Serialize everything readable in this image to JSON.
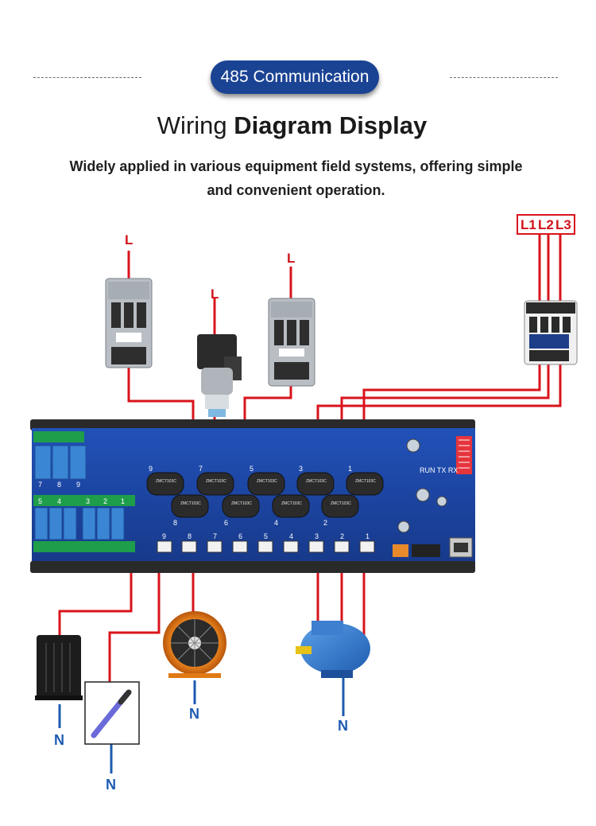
{
  "header": {
    "badge": "485 Communication",
    "title_light": "Wiring ",
    "title_bold": "Diagram Display",
    "subtitle_line1": "Widely applied in various equipment field systems, offering simple",
    "subtitle_line2": "and convenient operation."
  },
  "labels": {
    "line": "L",
    "neutral": "N",
    "phases": [
      "L1",
      "L2",
      "L3"
    ]
  },
  "board": {
    "top_channels": [
      "9",
      "7",
      "5",
      "3",
      "1"
    ],
    "bottom_channels": [
      "8",
      "6",
      "4",
      "2"
    ],
    "terminal_channels": [
      "9",
      "8",
      "7",
      "6",
      "5",
      "4",
      "3",
      "2",
      "1"
    ],
    "relay_numbers_upper": [
      "5",
      "4",
      "3",
      "2",
      "1"
    ],
    "relay_numbers_lower": [
      "7",
      "8",
      "9"
    ],
    "led_text": "RUN  TX  RX",
    "ct_text": "ZMCT103C"
  },
  "colors": {
    "wire_red": "#d9141c",
    "wire_blue": "#1c5bb0",
    "board_blue": "#1d47a8",
    "badge_blue": "#1b4394"
  }
}
